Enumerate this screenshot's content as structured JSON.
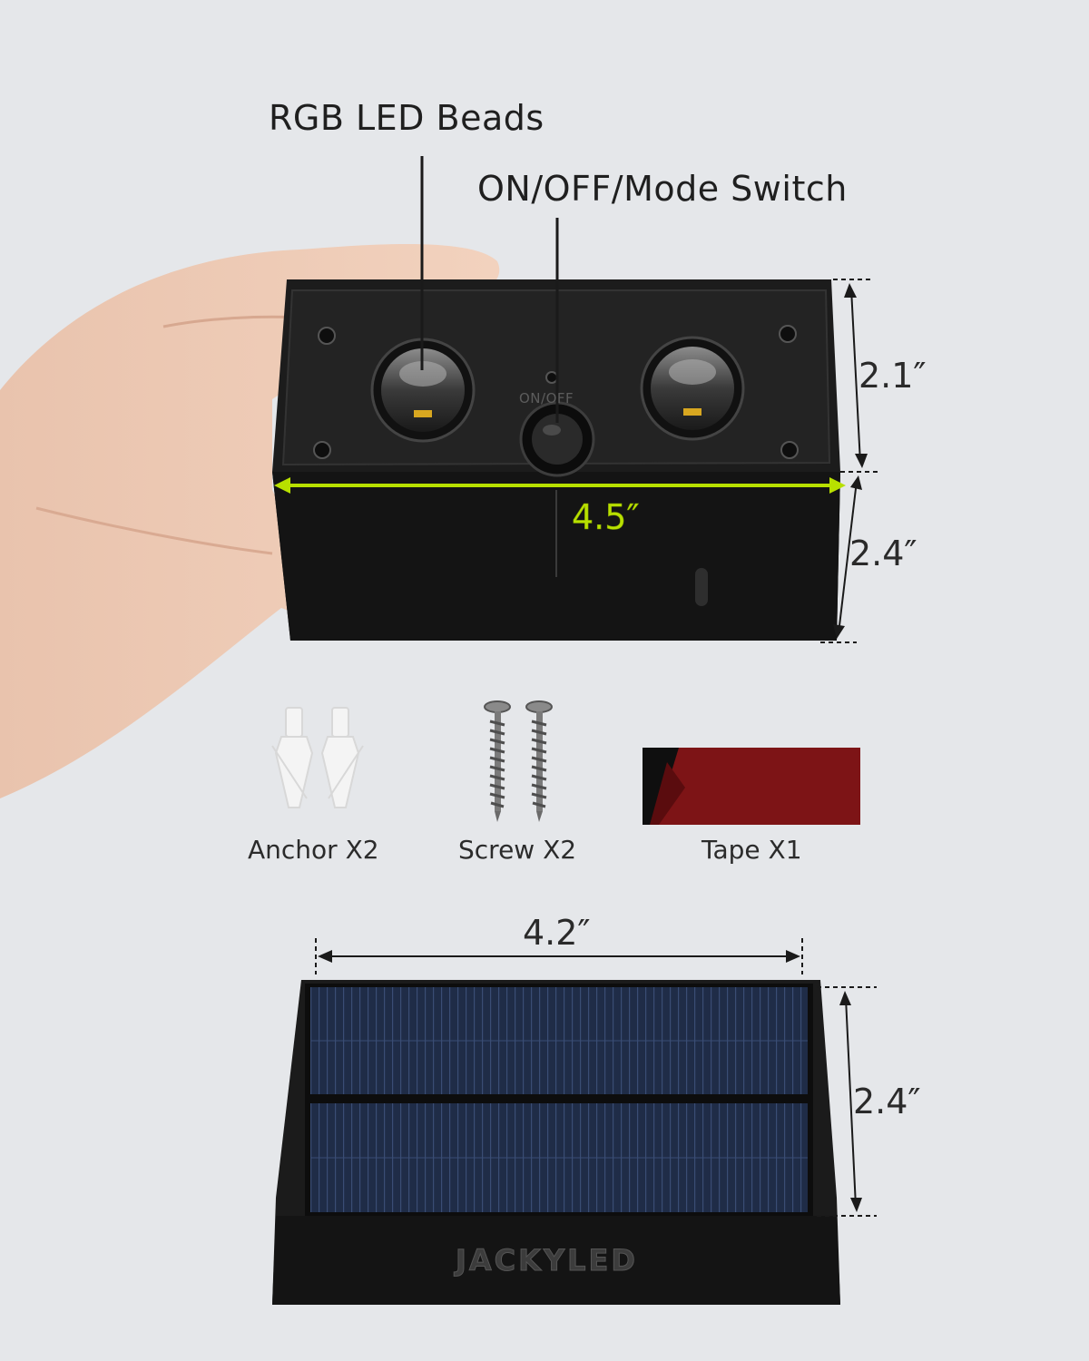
{
  "callouts": {
    "rgb_led_beads": "RGB LED Beads",
    "switch": "ON/OFF/Mode Switch",
    "switch_engraving": "ON/OFF"
  },
  "dimensions": {
    "light_length": "4.5″",
    "light_top_height": "2.1″",
    "light_bottom_height": "2.4″",
    "panel_width": "4.2″",
    "panel_height": "2.4″"
  },
  "accessories": [
    {
      "label": "Anchor X2",
      "icon": "wall-anchor-icon"
    },
    {
      "label": "Screw X2",
      "icon": "screw-icon"
    },
    {
      "label": "Tape X1",
      "icon": "adhesive-tape-icon"
    }
  ],
  "brand": "JACKYLED",
  "colors": {
    "background": "#e5e7ea",
    "housing": "#1c1c1c",
    "dimension_accent": "#b8e000",
    "tape": "#7d1416",
    "solar_cell": "#1e2a44"
  }
}
